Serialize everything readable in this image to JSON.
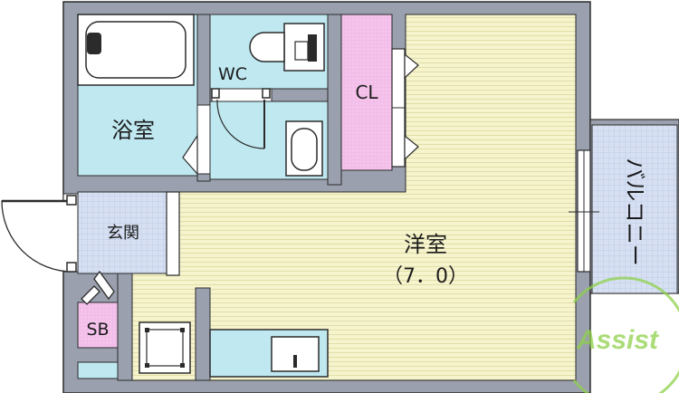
{
  "rooms": {
    "bath": "浴室",
    "wc": "WC",
    "closet": "CL",
    "entrance": "玄関",
    "shoe_box": "SB",
    "western_room": "洋室",
    "western_room_size": "（7．0）",
    "balcony": "バルコニー"
  },
  "watermark": {
    "text": "Assist",
    "color": "#8fd14a"
  },
  "colors": {
    "wall": "#9aa0ad",
    "wet_area": "#bfe8f0",
    "floor": "#f6f4cc",
    "closet": "#f4c4ec",
    "tile": "#d4dff2",
    "outline": "#2b2b2b"
  }
}
